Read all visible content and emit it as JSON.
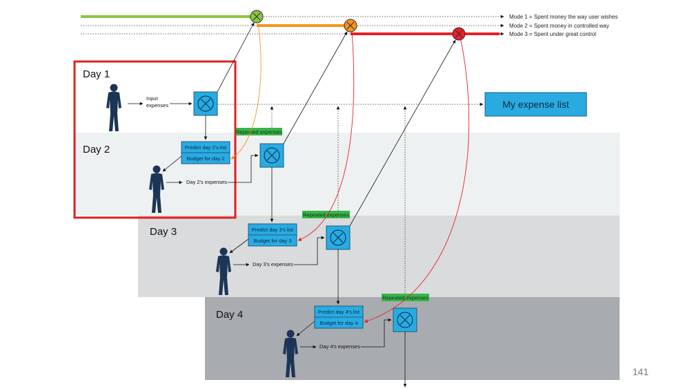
{
  "legend": {
    "mode1": "Mode 1 = Spent money the way user wishes",
    "mode2": "Mode 2 = Spent money in controlled way",
    "mode3": "Mode 3 = Spent under great control"
  },
  "days": {
    "day1": "Day 1",
    "day2": "Day 2",
    "day3": "Day 3",
    "day4": "Day 4"
  },
  "day1_input_line1": "Input",
  "day1_input_line2": "expenses",
  "expense_list_label": "My expense list",
  "repeated_expenses": "Repeated expenses",
  "predict": {
    "day2": "Predict day 2's list",
    "day3": "Predict day 3's list",
    "day4": "Predict day 4's list"
  },
  "budget": {
    "day2": "Budget for day 2",
    "day3": "Budget for day 3",
    "day4": "Budget for day 4"
  },
  "expenses_label": {
    "day2": "Day 2's expenses",
    "day3": "Day 3's expenses",
    "day4": "Day 4's expenses"
  },
  "page_number": "141",
  "colors": {
    "mode1": "#8cc63f",
    "mode2": "#f7931e",
    "mode3": "#e8202a",
    "box": "#29abe2",
    "green_label": "#39b54a",
    "highlight_frame": "#e0201f"
  }
}
